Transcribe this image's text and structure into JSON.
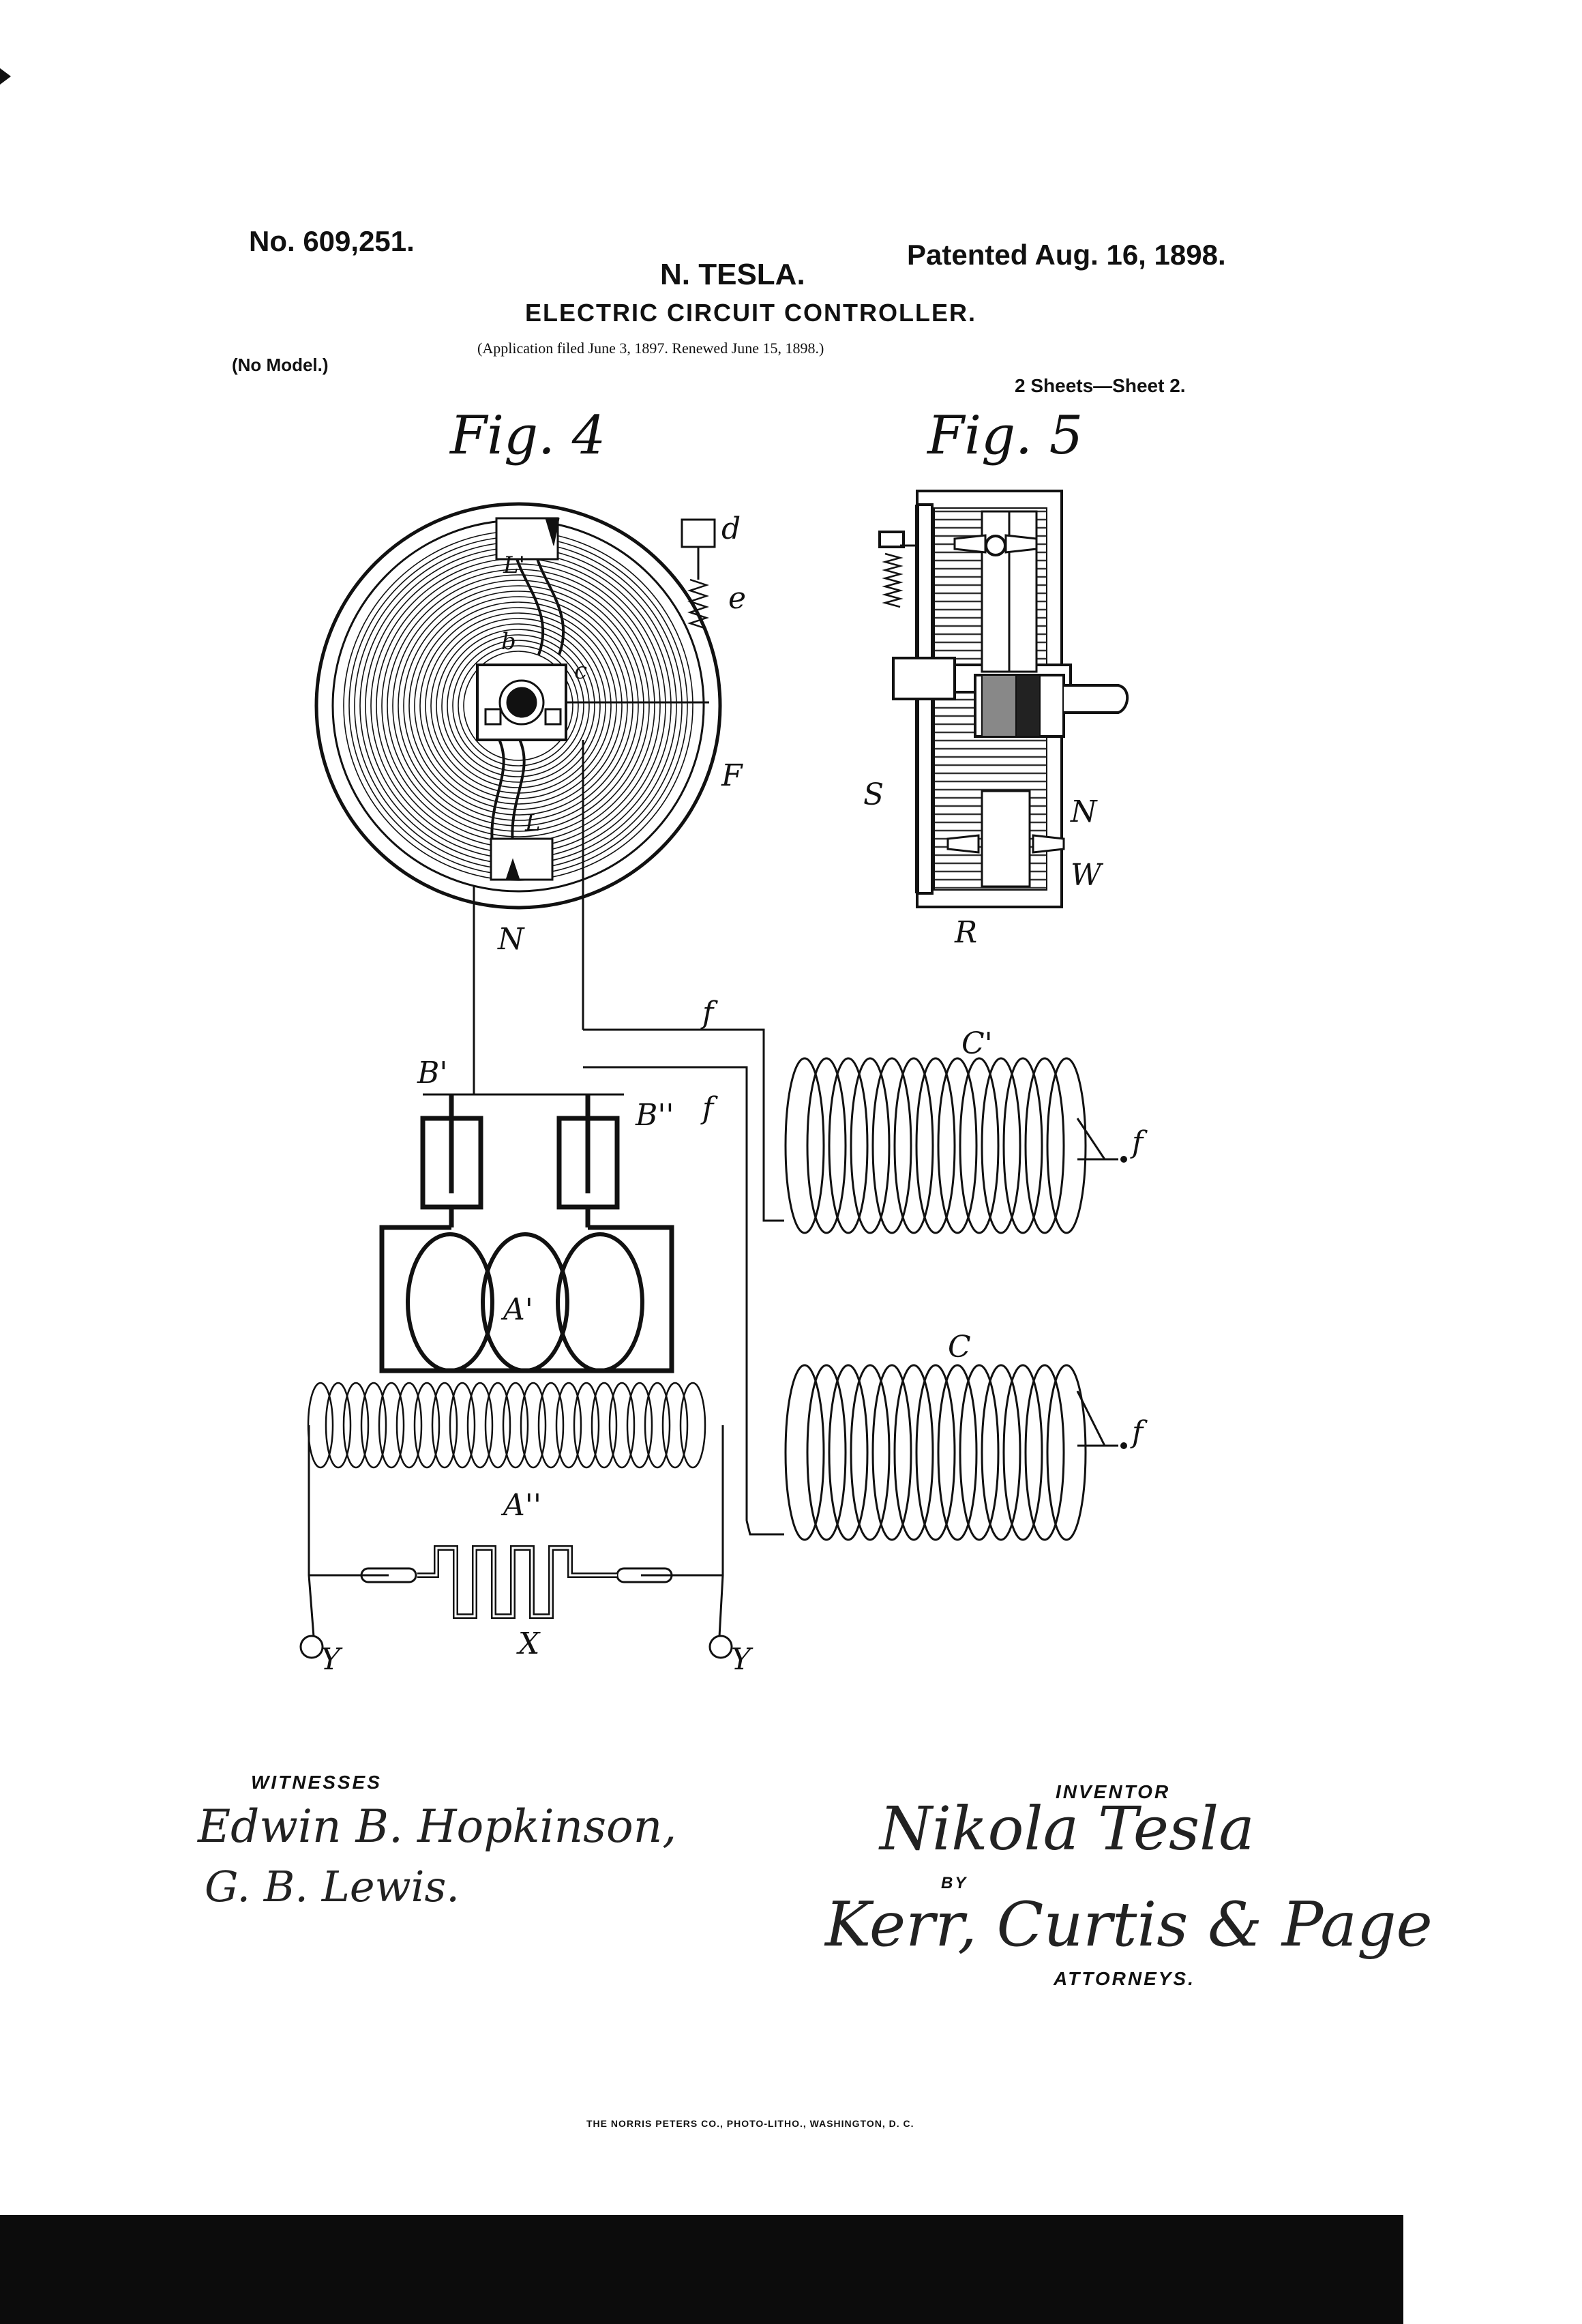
{
  "header": {
    "patent_number": "No. 609,251.",
    "patented": "Patented Aug. 16, 1898.",
    "inventor": "N. TESLA.",
    "title": "ELECTRIC CIRCUIT CONTROLLER.",
    "application": "(Application filed June 3, 1897. Renewed June 15, 1898.)",
    "model": "(No Model.)",
    "sheets": "2 Sheets—Sheet 2."
  },
  "figures": {
    "fig4": {
      "title": "Fig. 4",
      "labels": {
        "d": "d",
        "e": "e",
        "L_prime": "L'",
        "b": "b",
        "c": "c",
        "F": "F",
        "L": "L",
        "N": "N",
        "f_top": "f",
        "f_mid": "f",
        "f_coil1": "f",
        "f_coil2": "f",
        "B_prime": "B'",
        "B_double": "B''",
        "C_prime": "C'",
        "C": "C",
        "A_prime": "A'",
        "A_double": "A''",
        "X": "X",
        "Y_left": "Y",
        "Y_right": "Y"
      }
    },
    "fig5": {
      "title": "Fig. 5",
      "labels": {
        "S": "S",
        "N": "N",
        "W": "W",
        "R": "R"
      }
    }
  },
  "footer": {
    "witnesses_label": "WITNESSES",
    "witness_1": "Edwin B. Hopkinson,",
    "witness_2": "G. B. Lewis.",
    "inventor_label": "INVENTOR",
    "inventor_signature": "Nikola Tesla",
    "by_label": "BY",
    "attorneys_signature": "Kerr, Curtis & Page",
    "attorneys_label": "ATTORNEYS.",
    "printer": "THE NORRIS PETERS CO., PHOTO-LITHO., WASHINGTON, D. C."
  }
}
